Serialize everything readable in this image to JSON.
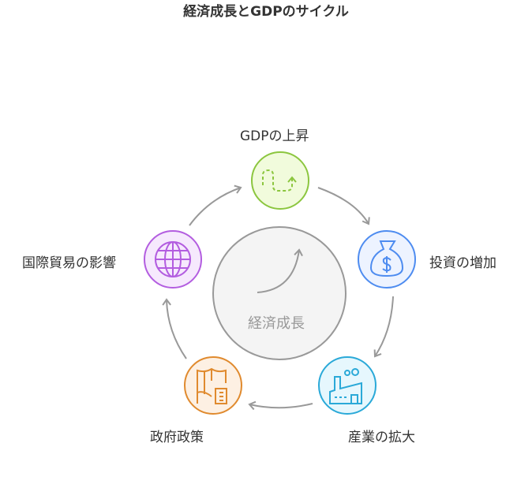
{
  "title": "経済成長とGDPのサイクル",
  "center": {
    "label": "経済成長"
  },
  "nodes": [
    {
      "label": "GDPの上昇",
      "icon": "dashed-path-up-arrow-icon",
      "color": "#8cc63f"
    },
    {
      "label": "投資の増加",
      "icon": "money-bag-icon",
      "color": "#4e8cf0"
    },
    {
      "label": "産業の拡大",
      "icon": "factory-icon",
      "color": "#2aa9d8"
    },
    {
      "label": "政府政策",
      "icon": "map-document-icon",
      "color": "#e08a2e"
    },
    {
      "label": "国際貿易の影響",
      "icon": "globe-icon",
      "color": "#b35de0"
    }
  ]
}
